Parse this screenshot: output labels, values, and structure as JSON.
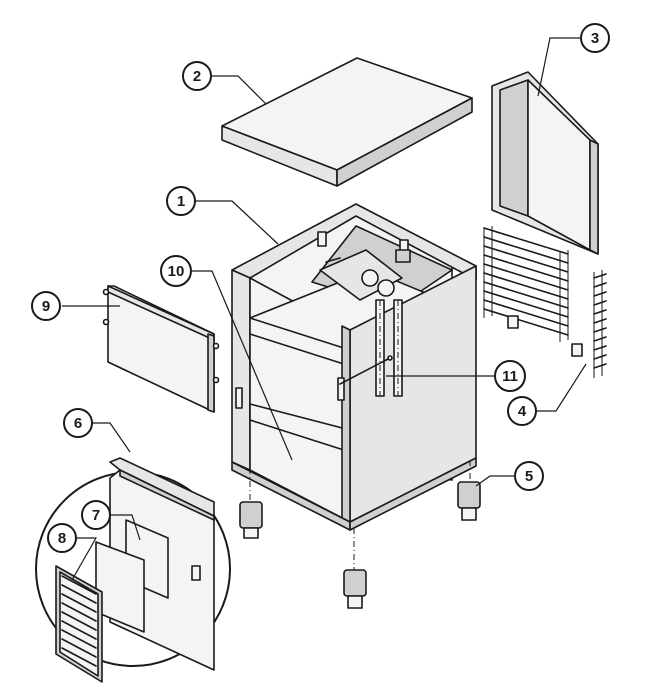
{
  "callouts": [
    {
      "id": "1",
      "label": "1"
    },
    {
      "id": "2",
      "label": "2"
    },
    {
      "id": "3",
      "label": "3"
    },
    {
      "id": "4",
      "label": "4"
    },
    {
      "id": "5",
      "label": "5"
    },
    {
      "id": "6",
      "label": "6"
    },
    {
      "id": "7",
      "label": "7"
    },
    {
      "id": "8",
      "label": "8"
    },
    {
      "id": "9",
      "label": "9"
    },
    {
      "id": "10",
      "label": "10"
    },
    {
      "id": "11",
      "label": "11"
    }
  ],
  "colors": {
    "line": "#1a1a1a",
    "panel": "#e6e6e6",
    "shade": "#d0d0d0",
    "background": "#ffffff"
  }
}
